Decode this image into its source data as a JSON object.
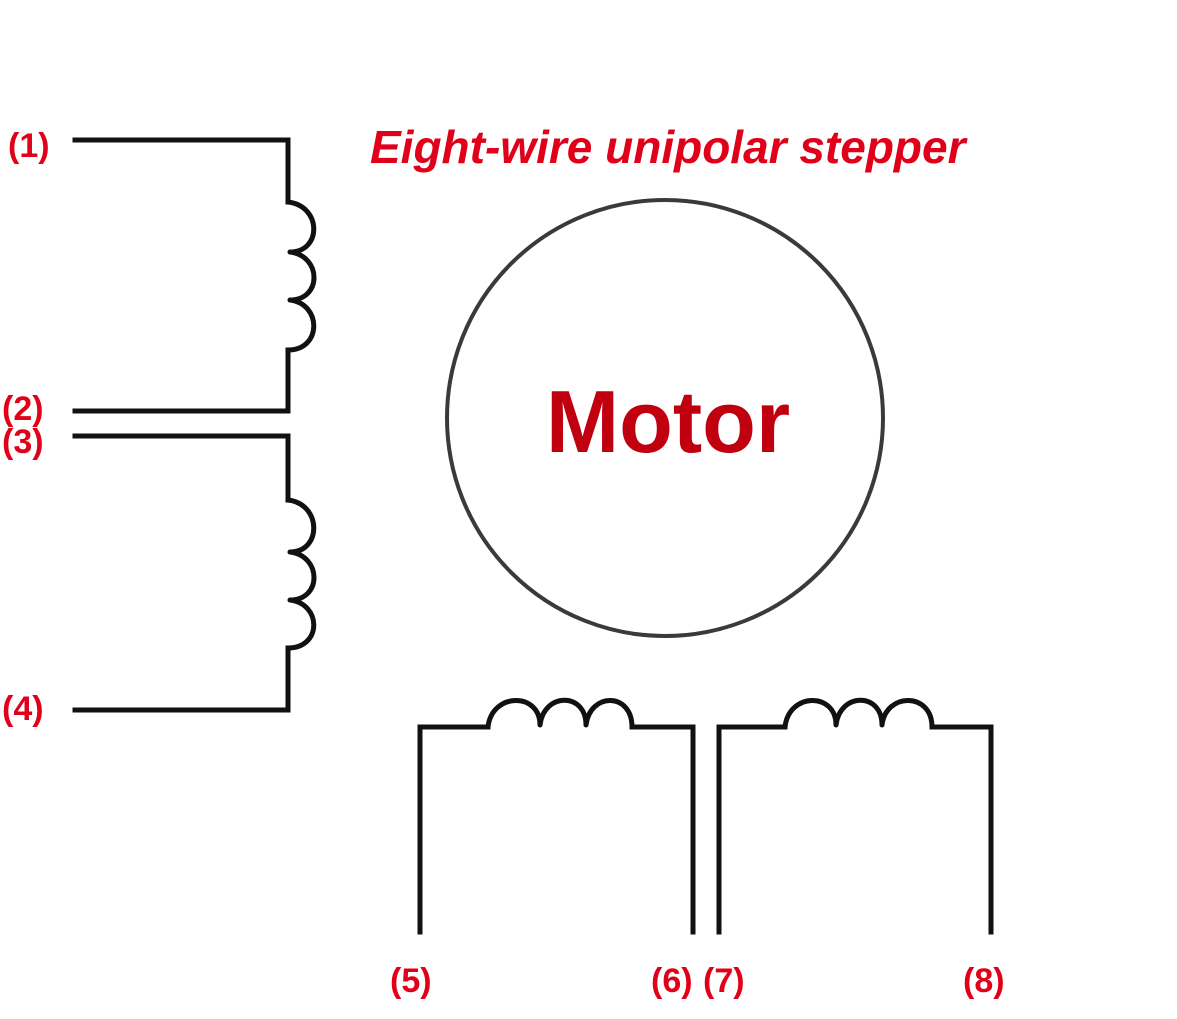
{
  "diagram": {
    "title": "Eight-wire unipolar stepper",
    "motor_label": "Motor",
    "terminals": [
      "(1)",
      "(2)",
      "(3)",
      "(4)",
      "(5)",
      "(6)",
      "(7)",
      "(8)"
    ],
    "colors": {
      "label": "#e0001a",
      "motor_text": "#c0000f",
      "wire": "#111111",
      "circle": "#3a3a3a"
    },
    "coils": [
      "coil-1-2",
      "coil-3-4",
      "coil-5-6",
      "coil-7-8"
    ]
  }
}
